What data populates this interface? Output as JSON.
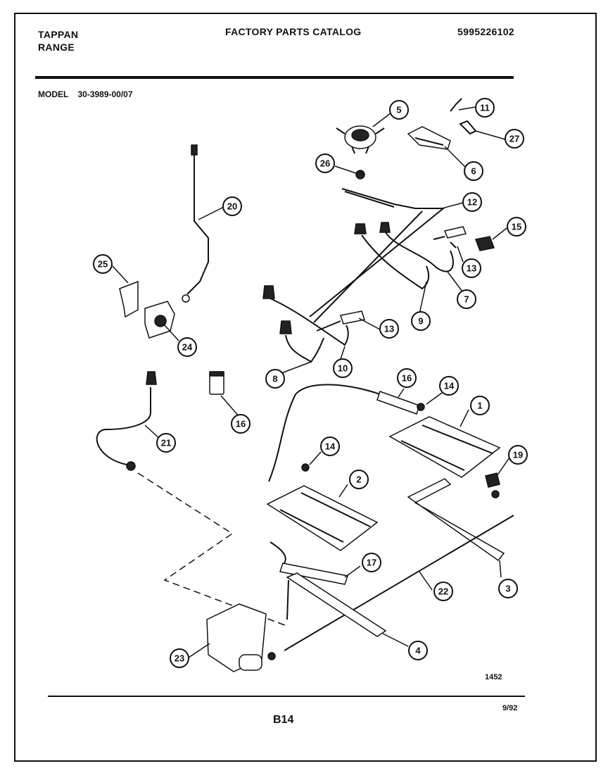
{
  "header": {
    "brand_line1": "TAPPAN",
    "brand_line2": "RANGE",
    "title": "FACTORY PARTS CATALOG",
    "part_number": "5995226102",
    "model_label": "MODEL",
    "model_number": "30-3989-00/07"
  },
  "footer": {
    "diagram_code": "1452",
    "page": "B14",
    "date": "9/92"
  },
  "callouts": [
    "1",
    "2",
    "3",
    "4",
    "5",
    "6",
    "7",
    "8",
    "9",
    "10",
    "11",
    "12",
    "13",
    "13",
    "14",
    "14",
    "15",
    "16",
    "16",
    "17",
    "19",
    "20",
    "21",
    "22",
    "23",
    "24",
    "25",
    "26",
    "27"
  ],
  "colors": {
    "ink": "#111111",
    "paper": "#ffffff"
  }
}
